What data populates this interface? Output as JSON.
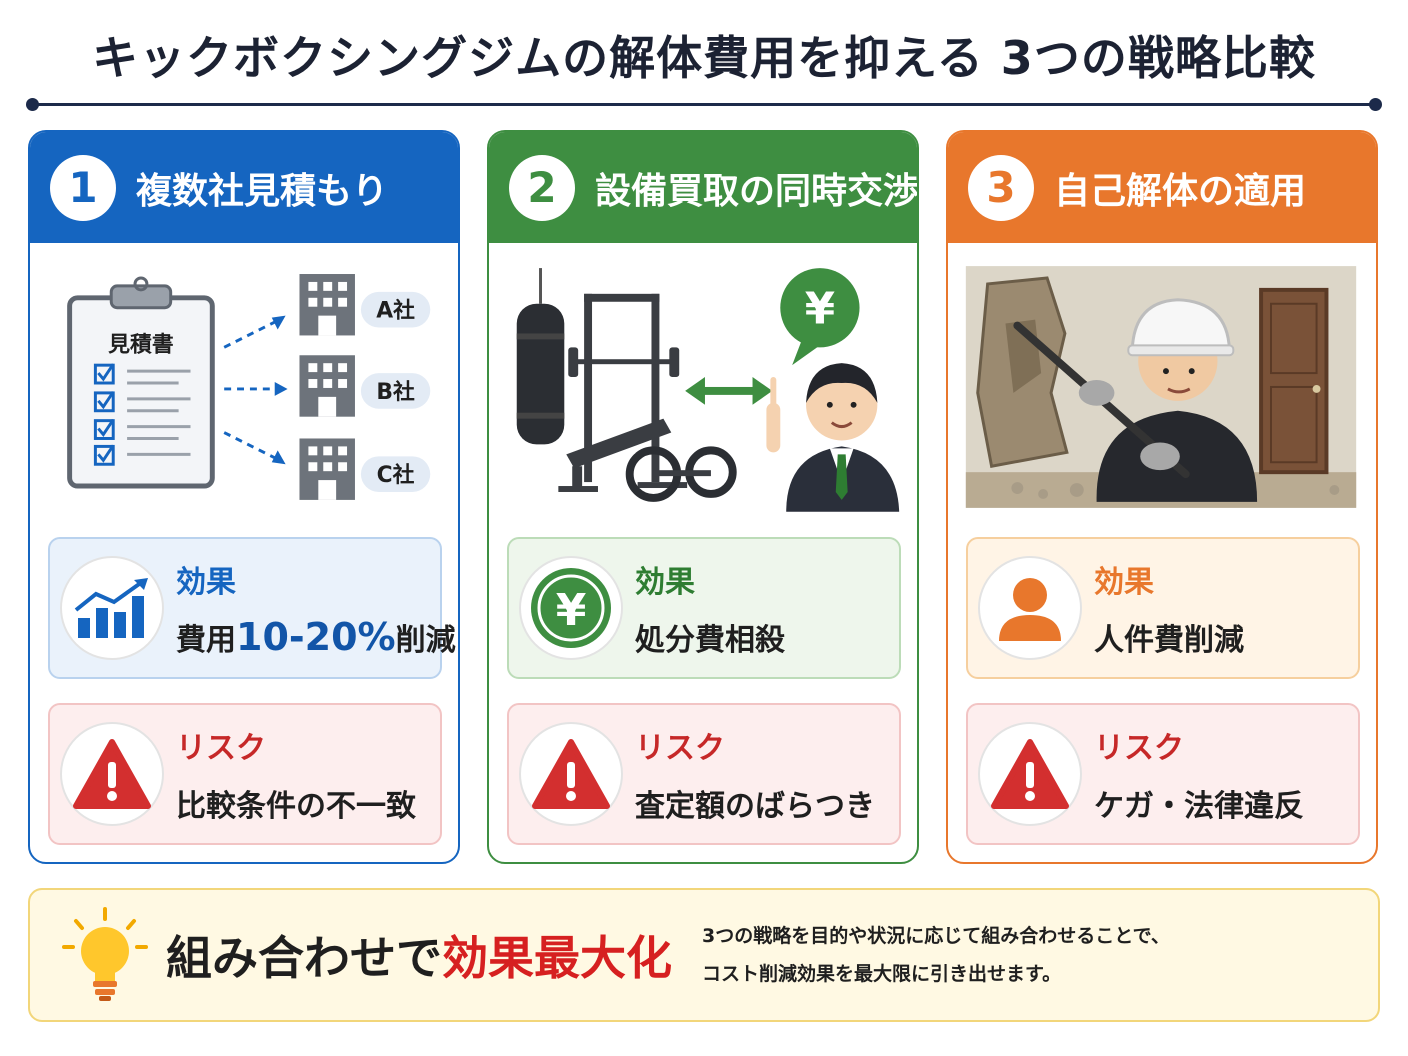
{
  "title": "キックボクシングジムの解体費用を抑える 3つの戦略比較",
  "colors": {
    "blue": "#1565c0",
    "green": "#3e8e41",
    "orange": "#e8772c",
    "red": "#d32f2f",
    "navy": "#1c2a4a"
  },
  "cards": [
    {
      "number": "1",
      "title": "複数社見積もり",
      "illustration": {
        "document_label": "見積書",
        "companies": [
          "A社",
          "B社",
          "C社"
        ]
      },
      "effect": {
        "label": "効果",
        "prefix": "費用",
        "highlight": "10-20%",
        "suffix": "削減",
        "icon": "chart-growth-icon"
      },
      "risk": {
        "label": "リスク",
        "text": "比較条件の不一致",
        "icon": "warning-icon"
      }
    },
    {
      "number": "2",
      "title": "設備買取の同時交渉",
      "illustration": {
        "speech_symbol": "¥"
      },
      "effect": {
        "label": "効果",
        "text": "処分費相殺",
        "icon": "yen-coin-icon",
        "symbol": "¥"
      },
      "risk": {
        "label": "リスク",
        "text": "査定額のばらつき",
        "icon": "warning-icon"
      }
    },
    {
      "number": "3",
      "title": "自己解体の適用",
      "illustration": {
        "scene": "worker-demolishing-wall"
      },
      "effect": {
        "label": "効果",
        "text": "人件費削減",
        "icon": "person-icon"
      },
      "risk": {
        "label": "リスク",
        "text": "ケガ・法律違反",
        "icon": "warning-icon"
      }
    }
  ],
  "bottom": {
    "head_plain": "組み合わせで",
    "head_accent": "効果最大化",
    "desc_line1": "3つの戦略を目的や状況に応じて組み合わせることで、",
    "desc_line2": "コスト削減効果を最大限に引き出せます。",
    "icon": "lightbulb-icon"
  }
}
